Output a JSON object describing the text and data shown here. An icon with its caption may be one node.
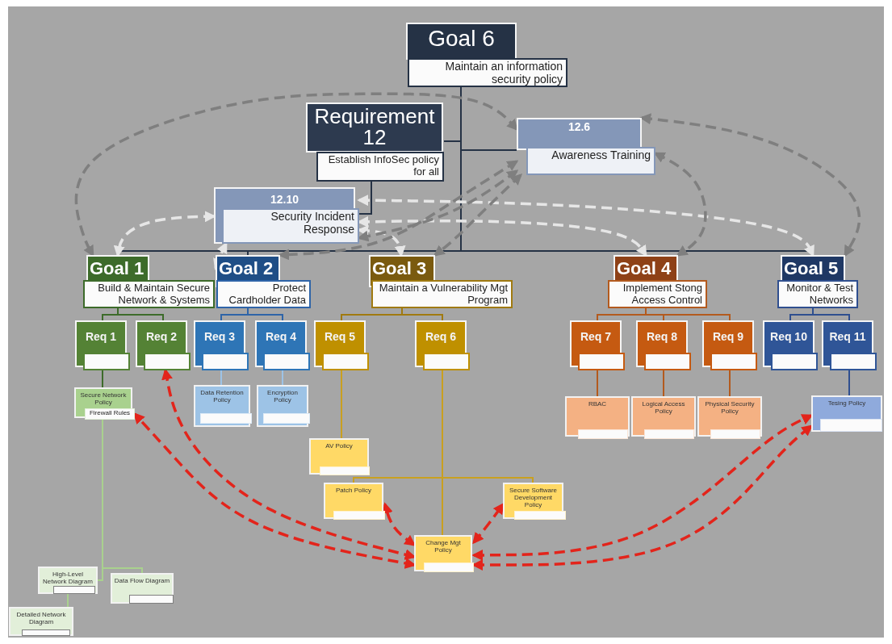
{
  "diagram": {
    "nodes": [
      {
        "text": [
          "Goal 6",
          "Maintain an information security policy"
        ]
      },
      {
        "text": [
          "Requirement 12",
          "Establish InfoSec policy for all"
        ]
      },
      {
        "text": [
          "12.6",
          "Awareness Training"
        ]
      },
      {
        "text": [
          "12.10",
          "Security Incident Response"
        ]
      },
      {
        "text": [
          "Goal 1",
          "Build & Maintain Secure Network & Systems"
        ]
      },
      {
        "text": [
          "Goal 2",
          "Protect Cardholder Data"
        ]
      },
      {
        "text": [
          "Goal 3",
          "Maintain a Vulnerability Mgt Program"
        ]
      },
      {
        "text": [
          "Goal 4",
          "Implement Stong Access Control"
        ]
      },
      {
        "text": [
          "Goal 5",
          "Monitor & Test Networks"
        ]
      },
      {
        "text": [
          "Req 1"
        ]
      },
      {
        "text": [
          "Req 2"
        ]
      },
      {
        "text": [
          "Req 3"
        ]
      },
      {
        "text": [
          "Req 4"
        ]
      },
      {
        "text": [
          "Req 5"
        ]
      },
      {
        "text": [
          "Req 6"
        ]
      },
      {
        "text": [
          "Req 7"
        ]
      },
      {
        "text": [
          "Req 8"
        ]
      },
      {
        "text": [
          "Req 9"
        ]
      },
      {
        "text": [
          "Req 10"
        ]
      },
      {
        "text": [
          "Req 11"
        ]
      },
      {
        "text": [
          "Secure Network Policy",
          "Firewall Rules"
        ]
      },
      {
        "text": [
          "Data Retention Policy"
        ]
      },
      {
        "text": [
          "Encryption Policy"
        ]
      },
      {
        "text": [
          "AV Policy"
        ]
      },
      {
        "text": [
          "Patch Policy"
        ]
      },
      {
        "text": [
          "Secure Software Development Policy"
        ]
      },
      {
        "text": [
          "Change Mgt Policy"
        ]
      },
      {
        "text": [
          "RBAC"
        ]
      },
      {
        "text": [
          "Logical Access Policy"
        ]
      },
      {
        "text": [
          "Physical Security Policy"
        ]
      },
      {
        "text": [
          "Tesing Policy"
        ]
      },
      {
        "text": [
          "High-Level Network Diagram"
        ]
      },
      {
        "text": [
          "Data Flow Diagram"
        ]
      },
      {
        "text": [
          "Detailed Network Diagram"
        ]
      }
    ],
    "edges": [
      {
        "from": 0,
        "to": 1,
        "arrow": "none"
      },
      {
        "from": 0,
        "to": 2,
        "arrow": "none"
      },
      {
        "from": 1,
        "to": 3,
        "arrow": "none"
      },
      {
        "from": 0,
        "to": 4,
        "arrow": "none"
      },
      {
        "from": 0,
        "to": 5,
        "arrow": "none"
      },
      {
        "from": 0,
        "to": 6,
        "arrow": "none"
      },
      {
        "from": 0,
        "to": 7,
        "arrow": "none"
      },
      {
        "from": 0,
        "to": 8,
        "arrow": "none"
      },
      {
        "from": 4,
        "to": 9,
        "arrow": "none",
        "color": "#3d6b2a"
      },
      {
        "from": 4,
        "to": 10,
        "arrow": "none",
        "color": "#3d6b2a"
      },
      {
        "from": 5,
        "to": 11,
        "arrow": "none",
        "color": "#2e64a8"
      },
      {
        "from": 5,
        "to": 12,
        "arrow": "none",
        "color": "#2e64a8"
      },
      {
        "from": 6,
        "to": 13,
        "arrow": "none",
        "color": "#a07a10"
      },
      {
        "from": 6,
        "to": 14,
        "arrow": "none",
        "color": "#a07a10"
      },
      {
        "from": 7,
        "to": 15,
        "arrow": "none",
        "color": "#b35a1e"
      },
      {
        "from": 7,
        "to": 16,
        "arrow": "none",
        "color": "#b35a1e"
      },
      {
        "from": 7,
        "to": 17,
        "arrow": "none",
        "color": "#b35a1e"
      },
      {
        "from": 8,
        "to": 18,
        "arrow": "none",
        "color": "#2f4f8f"
      },
      {
        "from": 8,
        "to": 19,
        "arrow": "none",
        "color": "#2f4f8f"
      },
      {
        "from": 9,
        "to": 20,
        "arrow": "none",
        "color": "#3d6b2a"
      },
      {
        "from": 11,
        "to": 21,
        "arrow": "none",
        "color": "#9dc3e6"
      },
      {
        "from": 12,
        "to": 22,
        "arrow": "none",
        "color": "#9dc3e6"
      },
      {
        "from": 13,
        "to": 23,
        "arrow": "none",
        "color": "#c9a020"
      },
      {
        "from": 14,
        "to": 24,
        "arrow": "none",
        "color": "#c9a020"
      },
      {
        "from": 14,
        "to": 25,
        "arrow": "none",
        "color": "#c9a020"
      },
      {
        "from": 14,
        "to": 26,
        "arrow": "none",
        "color": "#c9a020"
      },
      {
        "from": 15,
        "to": 27,
        "arrow": "none",
        "color": "#b35a1e"
      },
      {
        "from": 16,
        "to": 28,
        "arrow": "none",
        "color": "#b35a1e"
      },
      {
        "from": 17,
        "to": 29,
        "arrow": "none",
        "color": "#b35a1e"
      },
      {
        "from": 19,
        "to": 30,
        "arrow": "none",
        "color": "#2f4f8f"
      },
      {
        "from": 20,
        "to": 31,
        "arrow": "none",
        "color": "#a9d18e"
      },
      {
        "from": 20,
        "to": 32,
        "arrow": "none",
        "color": "#a9d18e"
      },
      {
        "from": 31,
        "to": 33,
        "arrow": "none",
        "color": "#a9d18e"
      },
      {
        "from": 3,
        "to": 4,
        "arrow": "both",
        "style": "dashed",
        "color": "#e6e6e6"
      },
      {
        "from": 3,
        "to": 5,
        "arrow": "both",
        "style": "dashed",
        "color": "#e6e6e6"
      },
      {
        "from": 3,
        "to": 6,
        "arrow": "both",
        "style": "dashed",
        "color": "#e6e6e6"
      },
      {
        "from": 3,
        "to": 7,
        "arrow": "both",
        "style": "dashed",
        "color": "#e6e6e6"
      },
      {
        "from": 3,
        "to": 8,
        "arrow": "both",
        "style": "dashed",
        "color": "#e6e6e6"
      },
      {
        "from": 2,
        "to": 4,
        "arrow": "both",
        "style": "dashed",
        "color": "#7f7f7f"
      },
      {
        "from": 2,
        "to": 5,
        "arrow": "both",
        "style": "dashed",
        "color": "#7f7f7f"
      },
      {
        "from": 2,
        "to": 6,
        "arrow": "both",
        "style": "dashed",
        "color": "#7f7f7f"
      },
      {
        "from": 2,
        "to": 7,
        "arrow": "both",
        "style": "dashed",
        "color": "#7f7f7f"
      },
      {
        "from": 2,
        "to": 8,
        "arrow": "both",
        "style": "dashed",
        "color": "#7f7f7f"
      },
      {
        "from": 2,
        "to": 3,
        "arrow": "both",
        "style": "dashed",
        "color": "#7f7f7f"
      },
      {
        "from": 26,
        "to": 10,
        "arrow": "both",
        "style": "dashed",
        "color": "#e3241b"
      },
      {
        "from": 26,
        "to": 20,
        "arrow": "both",
        "style": "dashed",
        "color": "#e3241b"
      },
      {
        "from": 26,
        "to": 24,
        "arrow": "both",
        "style": "dashed",
        "color": "#e3241b"
      },
      {
        "from": 26,
        "to": 25,
        "arrow": "both",
        "style": "dashed",
        "color": "#e3241b"
      },
      {
        "from": 26,
        "to": 30,
        "arrow": "both",
        "style": "dashed",
        "color": "#e3241b"
      },
      {
        "from": 26,
        "to": 30,
        "arrow": "both",
        "style": "dashed",
        "color": "#e3241b"
      }
    ]
  }
}
